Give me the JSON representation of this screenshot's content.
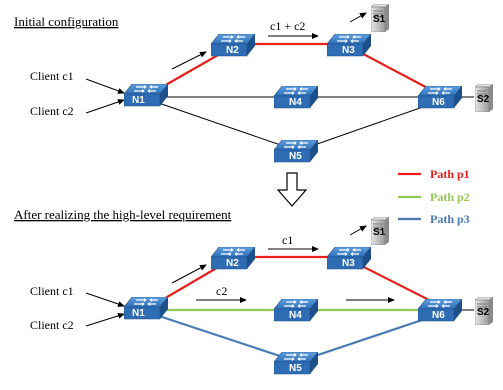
{
  "headings": {
    "initial": "Initial configuration",
    "after": "After realizing the high-level requirement"
  },
  "clients": {
    "c1": "Client c1",
    "c2": "Client c2"
  },
  "nodes": {
    "n1": "N1",
    "n2": "N2",
    "n3": "N3",
    "n4": "N4",
    "n5": "N5",
    "n6": "N6"
  },
  "servers": {
    "s1": "S1",
    "s2": "S2"
  },
  "flow_labels": {
    "c1_c2": "c1 + c2",
    "c1": "c1",
    "c2": "c2"
  },
  "legend": [
    {
      "label": "Path p1",
      "color": "#e8201c"
    },
    {
      "label": "Path p2",
      "color": "#92c851"
    },
    {
      "label": "Path p3",
      "color": "#4a7ab5"
    }
  ],
  "colors": {
    "switch": "#2e6db4",
    "switch_dark": "#1d4f8a",
    "link": "#000000",
    "server": "#bfbfbf"
  }
}
